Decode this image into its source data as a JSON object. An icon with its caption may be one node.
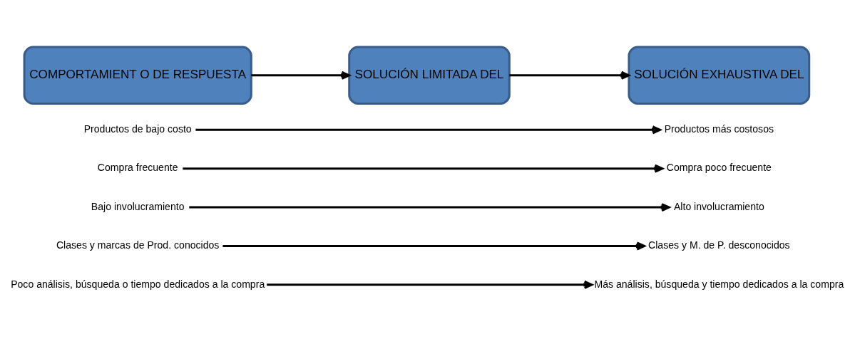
{
  "diagram": {
    "nodes": [
      {
        "text": [
          "COMPORTAMIENT O DE RESPUESTA"
        ]
      },
      {
        "text": [
          "SOLUCIÓN LIMITADA DEL"
        ]
      },
      {
        "text": [
          "SOLUCIÓN EXHAUSTIVA DEL"
        ]
      },
      {
        "text": [
          "Productos de bajo costo"
        ]
      },
      {
        "text": [
          "Productos más costosos"
        ]
      },
      {
        "text": [
          "Compra frecuente"
        ]
      },
      {
        "text": [
          "Compra poco frecuente"
        ]
      },
      {
        "text": [
          "Bajo involucramiento"
        ]
      },
      {
        "text": [
          "Alto involucramiento"
        ]
      },
      {
        "text": [
          "Clases y marcas de Prod. conocidos"
        ]
      },
      {
        "text": [
          "Clases y M. de P. desconocidos"
        ]
      },
      {
        "text": [
          "Poco análisis, búsqueda o tiempo dedicados a la compra"
        ]
      },
      {
        "text": [
          "Más análisis, búsqueda y tiempo dedicados a la compra"
        ]
      }
    ],
    "edges": [
      {
        "from": 0,
        "to": 1,
        "arrow": "to"
      },
      {
        "from": 1,
        "to": 2,
        "arrow": "to"
      },
      {
        "from": 3,
        "to": 4,
        "arrow": "to"
      },
      {
        "from": 5,
        "to": 6,
        "arrow": "to"
      },
      {
        "from": 7,
        "to": 8,
        "arrow": "to"
      },
      {
        "from": 9,
        "to": 10,
        "arrow": "to"
      },
      {
        "from": 11,
        "to": 12,
        "arrow": "to"
      }
    ]
  }
}
